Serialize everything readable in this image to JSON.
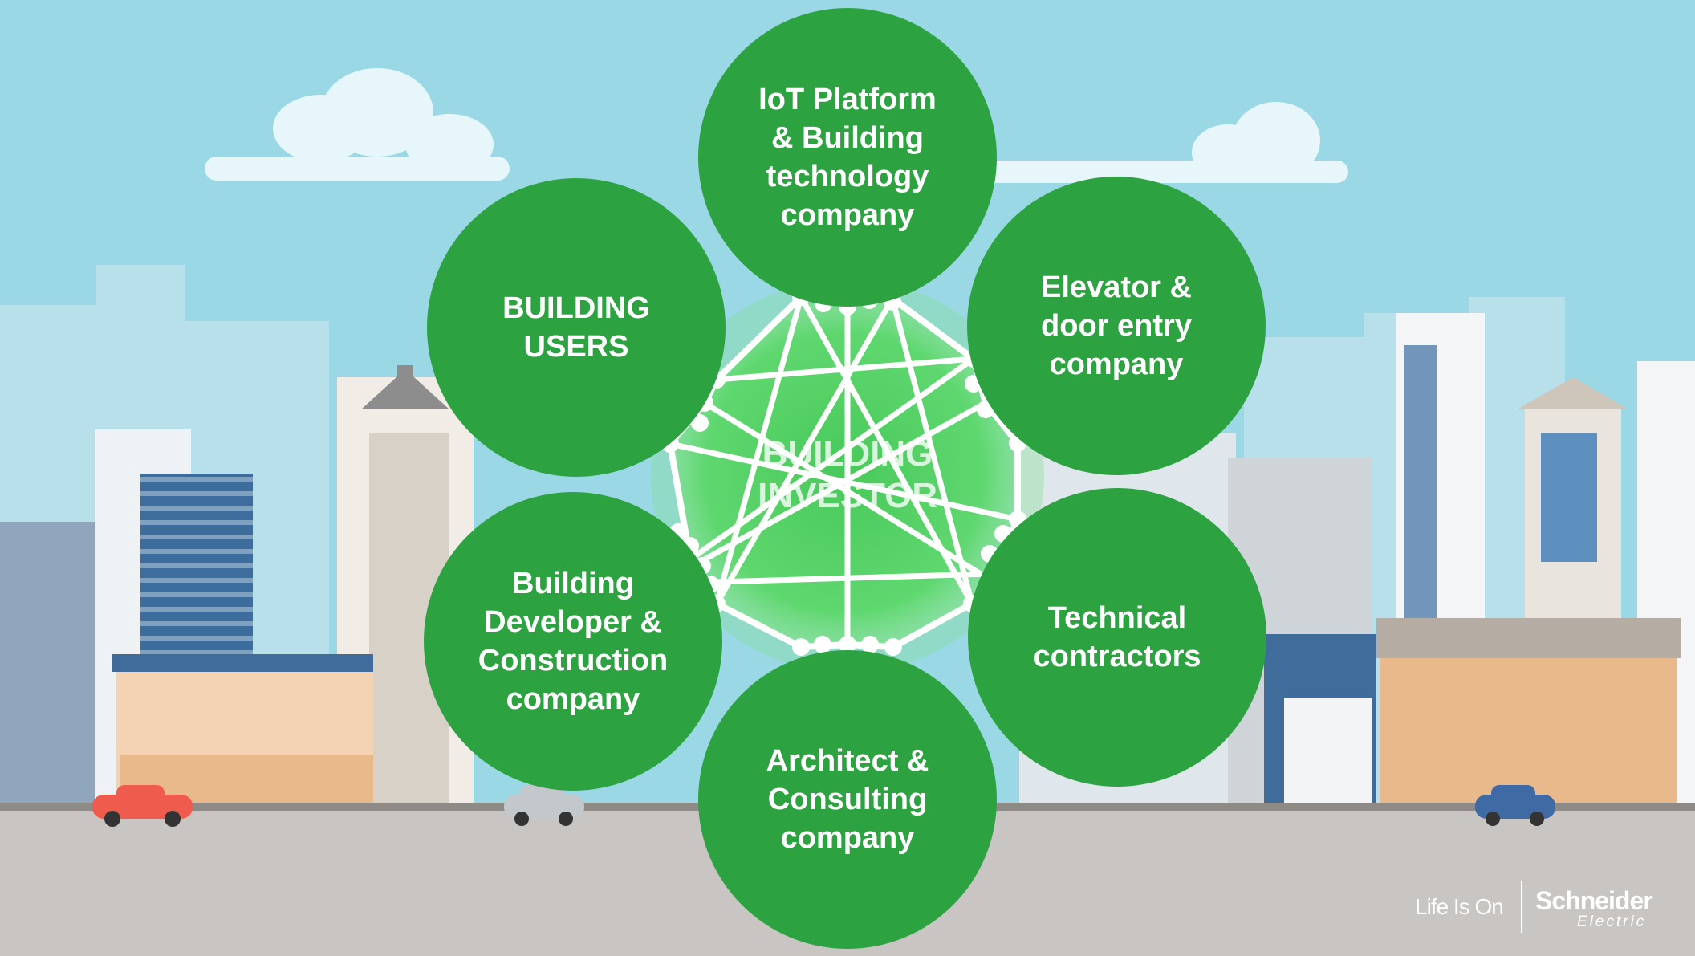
{
  "diagram": {
    "center": {
      "label": "BUILDING\nINVESTOR"
    },
    "nodes": [
      {
        "id": "iot",
        "label": "IoT Platform\n& Building\ntechnology\ncompany"
      },
      {
        "id": "elevator",
        "label": "Elevator &\ndoor entry\ncompany"
      },
      {
        "id": "technical",
        "label": "Technical\ncontractors"
      },
      {
        "id": "architect",
        "label": "Architect &\nConsulting\ncompany"
      },
      {
        "id": "developer",
        "label": "Building\nDeveloper &\nConstruction\ncompany"
      },
      {
        "id": "users",
        "label": "BUILDING\nUSERS"
      }
    ]
  },
  "branding": {
    "tagline": "Life Is On",
    "brand_name": "Schneider",
    "brand_sub": "Electric"
  },
  "colors": {
    "sky": "#9bd8e6",
    "node_green": "#2da240",
    "hub_green": "#4fd061",
    "road": "#c9c5c2"
  }
}
